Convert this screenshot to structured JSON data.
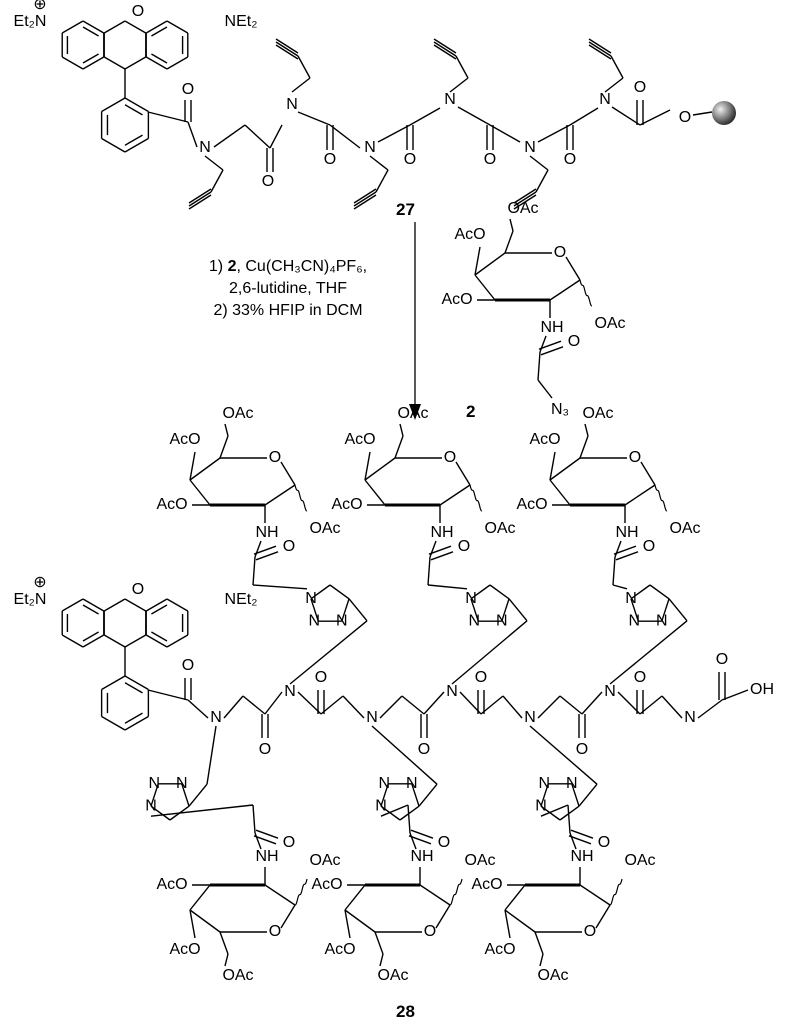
{
  "compounds": {
    "start": "27",
    "reagent": "2",
    "product": "28"
  },
  "conditions": {
    "line1_num": "1) ",
    "line1_bold": "2",
    "line1_rest": ", Cu(CH₃CN)₄PF₆,",
    "line2": "2,6-lutidine, THF",
    "line3": "2) 33% HFIP in DCM"
  },
  "atoms": {
    "Et2N": "Et₂N",
    "plus": "⊕",
    "NEt2": "NEt₂",
    "O": "O",
    "N": "N",
    "NH": "NH",
    "OAc": "OAc",
    "AcO": "AcO",
    "OH": "OH",
    "N3": "N₃"
  },
  "colors": {
    "bond": "#000000",
    "bead": "#555555"
  }
}
